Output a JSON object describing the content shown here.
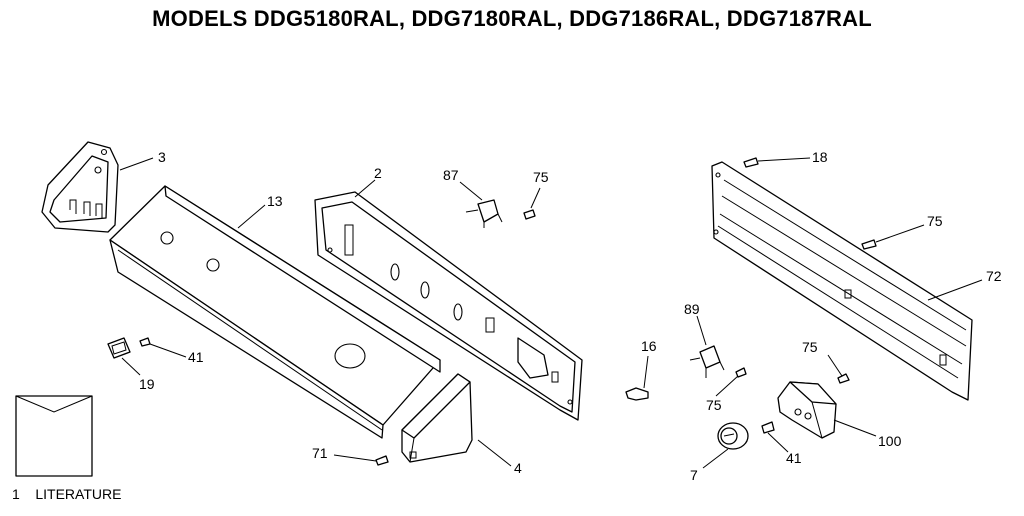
{
  "title": "MODELS DDG5180RAL, DDG7180RAL, DDG7186RAL, DDG7187RAL",
  "labels": {
    "p3": "3",
    "p13": "13",
    "p2": "2",
    "p87": "87",
    "p75_top": "75",
    "p18": "18",
    "p75_rear": "75",
    "p72": "72",
    "p89": "89",
    "p16": "16",
    "p75_mid": "75",
    "p75_low": "75",
    "p41_left": "41",
    "p19": "19",
    "p71": "71",
    "p4": "4",
    "p7": "7",
    "p41_right": "41",
    "p100": "100"
  },
  "literature": {
    "number": "1",
    "text": "LITERATURE"
  }
}
